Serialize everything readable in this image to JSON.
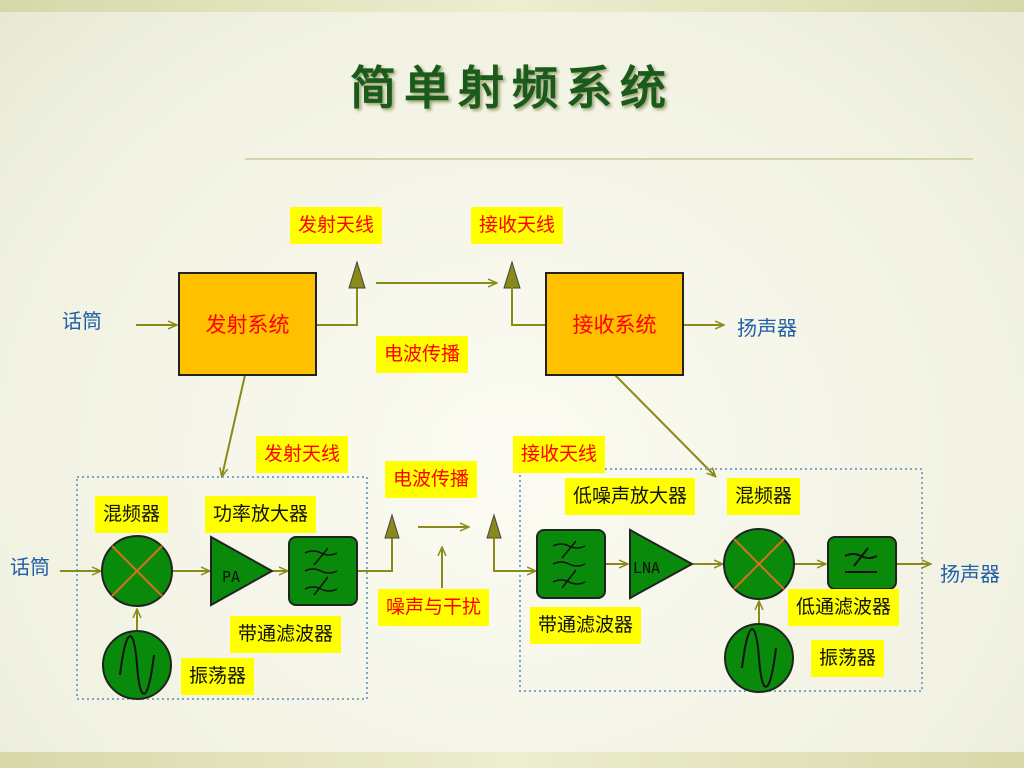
{
  "title": "简单射频系统",
  "top": {
    "tx_antenna_label": "发射天线",
    "rx_antenna_label": "接收天线",
    "tx_system": "发射系统",
    "rx_system": "接收系统",
    "propagation": "电波传播",
    "microphone": "话筒",
    "speaker": "扬声器"
  },
  "bottom": {
    "tx_antenna_label": "发射天线",
    "rx_antenna_label": "接收天线",
    "propagation": "电波传播",
    "noise": "噪声与干扰",
    "microphone": "话筒",
    "speaker": "扬声器",
    "tx": {
      "mixer": "混频器",
      "power_amp": "功率放大器",
      "bandpass": "带通滤波器",
      "oscillator": "振荡器",
      "pa_text": "PA"
    },
    "rx": {
      "lna": "低噪声放大器",
      "mixer": "混频器",
      "bandpass": "带通滤波器",
      "lowpass": "低通滤波器",
      "oscillator": "振荡器",
      "lna_text": "LNA"
    }
  },
  "colors": {
    "component_fill": "#0a8a0a",
    "label_fill": "#ffff00",
    "label_text": "#ff0000",
    "system_fill": "#ffc000",
    "arrow": "#8a8a1a",
    "plain_text": "#1f5ea8",
    "title": "#1a5a1a"
  }
}
